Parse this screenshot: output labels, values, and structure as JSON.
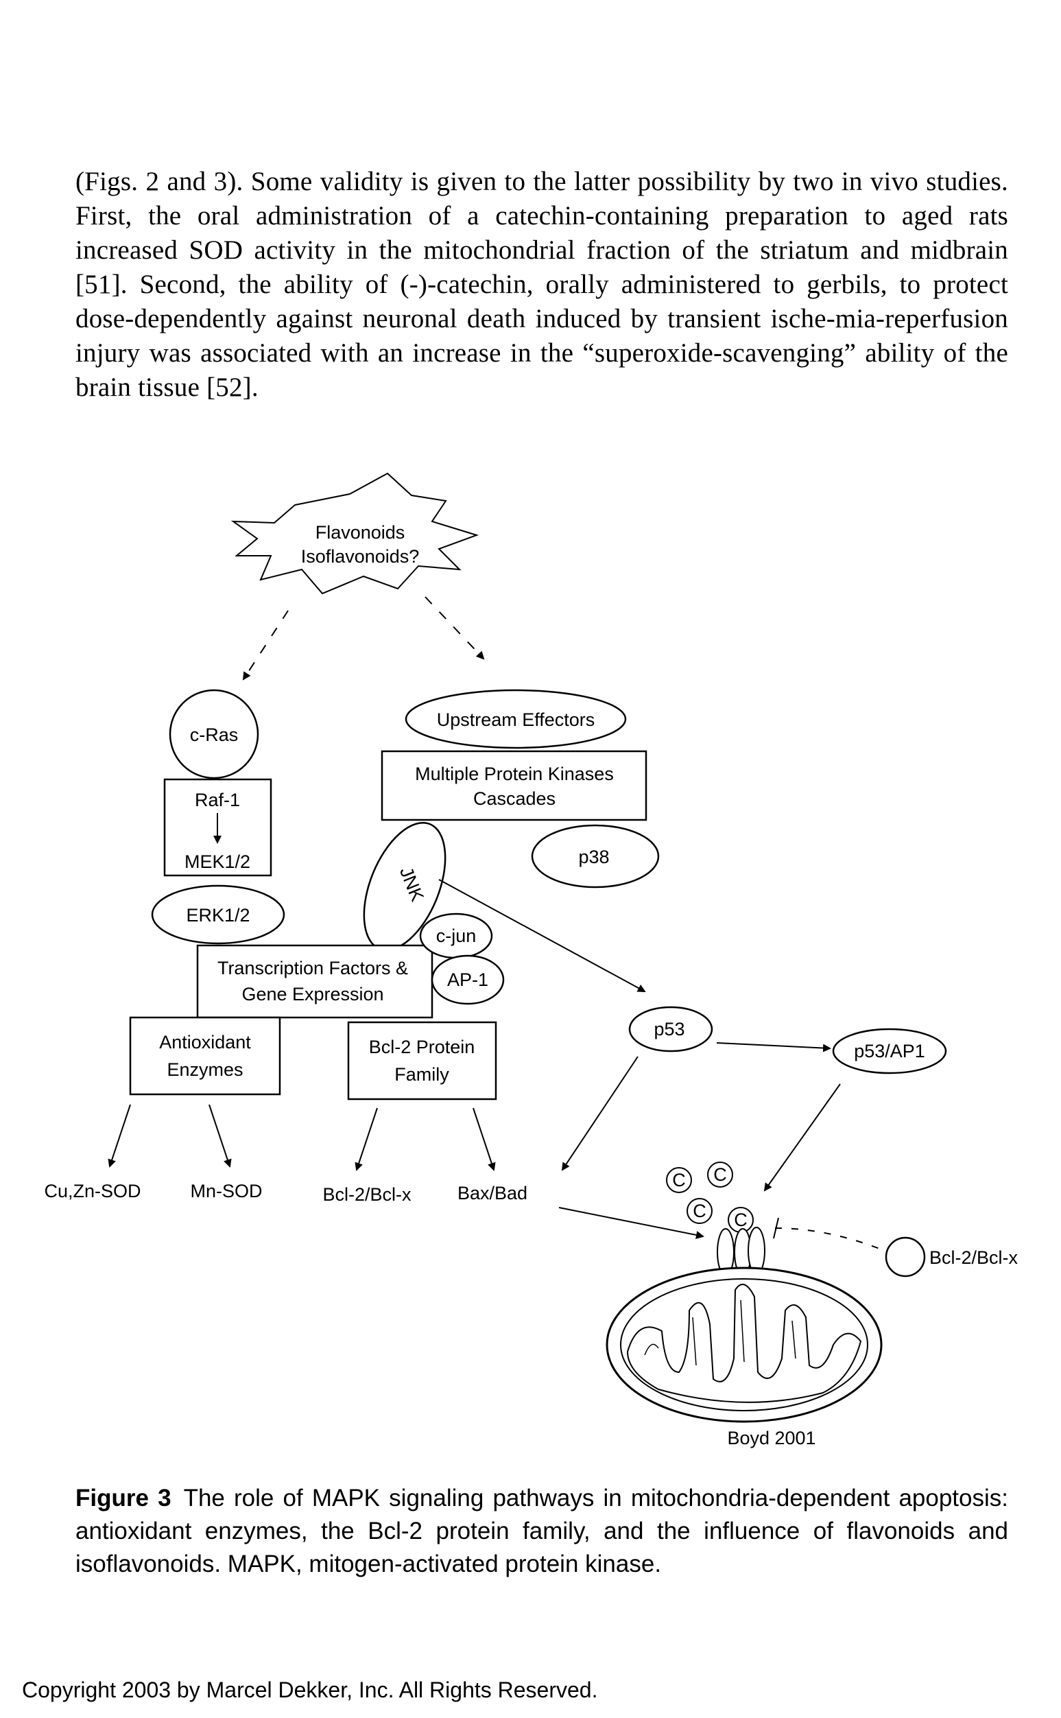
{
  "body_paragraph": "(Figs. 2 and 3). Some validity is given to the latter possibility by two in vivo studies. First, the oral administration of a catechin-containing preparation to aged rats increased SOD activity in the mitochondrial fraction of the striatum and midbrain [51]. Second, the ability of (-)-catechin, orally administered to gerbils, to protect dose-dependently against neuronal death induced by transient ische-mia-reperfusion injury was associated with an increase in the “superoxide-scavenging” ability of the brain tissue [52].",
  "figure": {
    "starburst_line1": "Flavonoids",
    "starburst_line2": "Isoflavonoids?",
    "c_ras": "c-Ras",
    "raf1": "Raf-1",
    "mek": "MEK1/2",
    "erk": "ERK1/2",
    "upstream": "Upstream Effectors",
    "kinases_line1": "Multiple Protein Kinases",
    "kinases_line2": "Cascades",
    "jnk": "JNK",
    "p38": "p38",
    "cjun": "c-jun",
    "ap1": "AP-1",
    "tf_line1": "Transcription Factors &",
    "tf_line2": "Gene Expression",
    "antiox_line1": "Antioxidant",
    "antiox_line2": "Enzymes",
    "bcl_family_line1": "Bcl-2 Protein",
    "bcl_family_line2": "Family",
    "cuzn": "Cu,Zn-SOD",
    "mn": "Mn-SOD",
    "bcl2bclx": "Bcl-2/Bcl-x",
    "baxbad": "Bax/Bad",
    "p53": "p53",
    "p53ap1": "p53/AP1",
    "cytc": "C",
    "bcl_right": "Bcl-2/Bcl-x",
    "credit": "Boyd 2001"
  },
  "caption": {
    "label": "Figure 3",
    "text": "The role of MAPK signaling pathways in mitochondria-dependent apoptosis: antioxidant enzymes, the Bcl-2 protein family, and the influence of flavonoids and isoflavonoids. MAPK, mitogen-activated protein kinase."
  },
  "copyright": "Copyright 2003 by Marcel Dekker, Inc. All Rights Reserved."
}
